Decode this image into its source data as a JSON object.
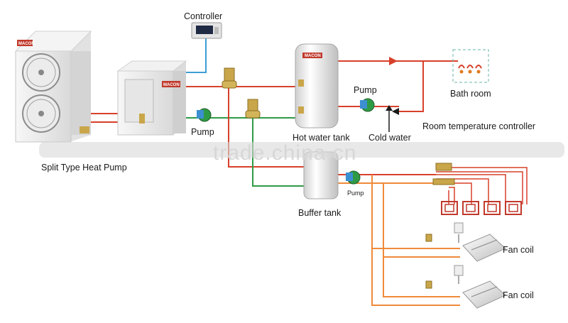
{
  "labels": {
    "controller": "Controller",
    "pump_main": "Pump",
    "pump_hot": "Pump",
    "pump_buffer": "Pump",
    "hot_water_tank": "Hot water tank",
    "cold_water": "Cold water",
    "bath_room": "Bath room",
    "room_temperature_controller": "Room temperature controller",
    "buffer_tank": "Buffer tank",
    "fan_coil_1": "Fan coil",
    "fan_coil_2": "Fan coil",
    "split_type_heat_pump": "Split Type Heat Pump"
  },
  "brand": {
    "outdoor_unit": "MACON",
    "indoor_unit": "MACON",
    "hot_water_tank": "MACON"
  },
  "watermark": "trade.china.cn",
  "icons": {
    "outdoor_unit": "outdoor-unit-icon",
    "indoor_unit": "indoor-unit-icon",
    "controller": "controller-icon",
    "valve": "valve-icon",
    "pump": "pump-icon",
    "tank": "tank-icon",
    "shower": "shower-icon",
    "floor_heating": "floor-heating-coil-icon",
    "fan_coil": "fan-coil-icon",
    "thermostat": "thermostat-icon"
  },
  "colors": {
    "hot_pipe": "#d8402a",
    "return_pipe": "#2f9a45",
    "control_line": "#3d9ed6",
    "fan_pipe": "#f08a3a",
    "accent_red": "#c0392b"
  }
}
